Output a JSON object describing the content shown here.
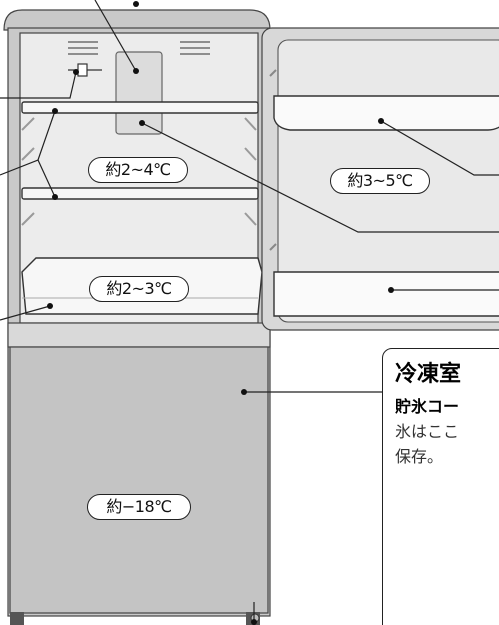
{
  "temperatures": {
    "fridge_upper": "約2~4℃",
    "chilled_drawer": "約2~3℃",
    "door_pocket": "約3~5℃",
    "freezer": "約−18℃"
  },
  "freezer_callout": {
    "title": "冷凍室",
    "subtitle": "貯氷コー",
    "description_line1": "氷はここ",
    "description_line2": "保存。"
  },
  "colors": {
    "cabinet": "#c9c9c9",
    "compartment_interior": "#ececec",
    "outline": "#333333",
    "label_border": "#222222"
  }
}
